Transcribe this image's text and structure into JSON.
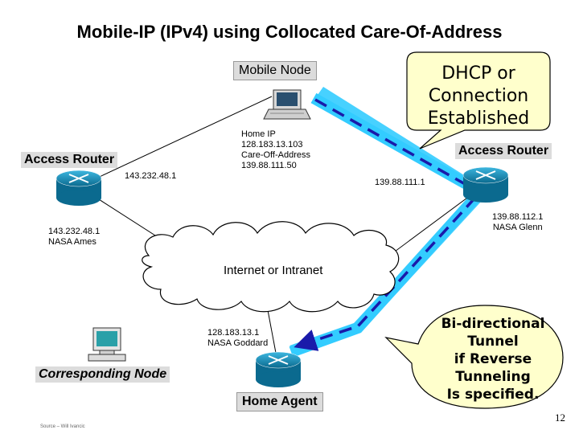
{
  "title": "Mobile-IP  (IPv4) using Collocated Care-Of-Address",
  "mobile_node": {
    "label": "Mobile Node",
    "info": [
      "Home IP",
      "128.183.13.103",
      "Care-Off-Address",
      "139.88.111.50"
    ]
  },
  "callout_dhcp": [
    "DHCP or",
    "Connection",
    "Established"
  ],
  "access_router_left": {
    "label": "Access Router",
    "ip_top": "143.232.48.1",
    "ip_bottom": [
      "143.232.48.1",
      "NASA Ames"
    ]
  },
  "access_router_right": {
    "label": "Access Router",
    "ip_top": "139.88.111.1",
    "ip_bottom": [
      "139.88.112.1",
      "NASA Glenn"
    ]
  },
  "cloud_label": "Internet or Intranet",
  "home_agent": {
    "label": "Home Agent",
    "info": [
      "128.183.13.1",
      "NASA Goddard"
    ]
  },
  "corresponding_node": {
    "label": "Corresponding Node"
  },
  "callout_tunnel": [
    "Bi-directional",
    "Tunnel",
    "if Reverse",
    "Tunneling",
    "Is specified."
  ],
  "source_note": "Source – Will Ivancic",
  "page_number": "12",
  "colors": {
    "tunnel": "#33ccff",
    "dashes": "#1a1aaa",
    "callout": "#ffffcc",
    "router": "#1a8fb5"
  }
}
